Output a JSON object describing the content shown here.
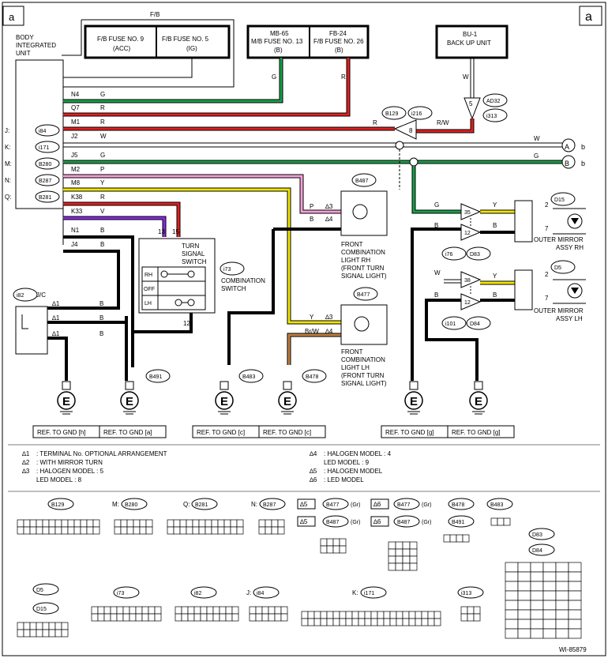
{
  "corners": {
    "left": "a",
    "right": "a"
  },
  "body_unit": {
    "label1": "BODY",
    "label2": "INTEGRATED",
    "label3": "UNIT"
  },
  "fb_label": "F/B",
  "fuse9": {
    "l1": "F/B FUSE NO. 9",
    "l2": "(ACC)"
  },
  "fuse5": {
    "l1": "F/B FUSE NO. 5",
    "l2": "(IG)"
  },
  "mb65": {
    "code": "MB-65",
    "l1": "M/B FUSE NO. 13",
    "l2": "(B)"
  },
  "fb24": {
    "code": "FB-24",
    "l1": "F/B FUSE NO. 26",
    "l2": "(B)"
  },
  "bu1": {
    "code": "BU-1",
    "l1": "BACK UP UNIT"
  },
  "pins": [
    {
      "pin": "N4",
      "color": "G"
    },
    {
      "pin": "Q7",
      "color": "R"
    },
    {
      "pin": "M1",
      "color": "R"
    },
    {
      "pin": "J2",
      "color": "W"
    },
    {
      "pin": "J5",
      "color": "G"
    },
    {
      "pin": "M2",
      "color": "P"
    },
    {
      "pin": "M8",
      "color": "Y"
    },
    {
      "pin": "K38",
      "color": "R"
    },
    {
      "pin": "K33",
      "color": "V"
    },
    {
      "pin": "N1",
      "color": "B"
    },
    {
      "pin": "J4",
      "color": "B"
    }
  ],
  "connectors_left": [
    {
      "prefix": "J:",
      "id": "i84"
    },
    {
      "prefix": "K:",
      "id": "i171"
    },
    {
      "prefix": "M:",
      "id": "B280"
    },
    {
      "prefix": "N:",
      "id": "B287"
    },
    {
      "prefix": "Q:",
      "id": "B281"
    }
  ],
  "wire_labels": {
    "g_vertical": "G",
    "r_vertical": "R",
    "w_vertical": "W",
    "r_m1": "R",
    "rw": "R/W",
    "w_j2": "W",
    "g_j5": "G",
    "num8": "8",
    "num5": "5",
    "num13": "13",
    "num15": "15",
    "num12": "12"
  },
  "badges": {
    "b129": "B129",
    "i216": "i216",
    "ad32": "AD32",
    "i313": "i313",
    "b487": "B487",
    "b477": "B477",
    "i73": "i73",
    "i82": "i82",
    "b491": "B491",
    "b483": "B483",
    "b478": "B478",
    "d15": "D15",
    "d5": "D5",
    "i76": "i76",
    "d83": "D83",
    "i101": "i101",
    "d84": "D84"
  },
  "ends": {
    "a": "A",
    "b": "B",
    "a_suffix": "b",
    "b_suffix": "b"
  },
  "turn_switch": {
    "l1": "TURN",
    "l2": "SIGNAL",
    "l3": "SWITCH",
    "rh": "RH",
    "off": "OFF",
    "lh": "LH"
  },
  "comb_switch": {
    "l1": "COMBINATION",
    "l2": "SWITCH"
  },
  "front_rh": {
    "l1": "FRONT",
    "l2": "COMBINATION",
    "l3": "LIGHT RH",
    "l4": "(FRONT TURN",
    "l5": "SIGNAL LIGHT)",
    "p": "P",
    "b": "B",
    "s3": "∆3",
    "s4": "∆4"
  },
  "front_lh": {
    "l1": "FRONT",
    "l2": "COMBINATION",
    "l3": "LIGHT LH",
    "l4": "(FRONT TURN",
    "l5": "SIGNAL LIGHT)",
    "y": "Y",
    "brw": "Br/W",
    "s3": "∆3",
    "s4": "∆4"
  },
  "mirror_rh": {
    "l1": "OUTER MIRROR",
    "l2": "ASSY RH",
    "p2": "2",
    "p7": "7",
    "n35": "35",
    "n12": "12",
    "g": "G",
    "b": "B",
    "y": "Y",
    "bb": "B"
  },
  "mirror_lh": {
    "l1": "OUTER MIRROR",
    "l2": "ASSY LH",
    "p2": "2",
    "p7": "7",
    "n38": "38",
    "n12": "12",
    "w": "W",
    "b": "B",
    "y": "Y",
    "bb": "B"
  },
  "jc": {
    "label": "J/C",
    "s1": "∆1"
  },
  "gnd_refs": [
    "REF. TO GND [h]",
    "REF. TO GND [a]",
    "REF. TO GND [c]",
    "REF. TO GND [c]",
    "REF. TO GND [g]",
    "REF. TO GND [g]"
  ],
  "notes_left": [
    {
      "mark": "∆1",
      "text": ": TERMINAL No. OPTIONAL ARRANGEMENT"
    },
    {
      "mark": "∆2",
      "text": ": WITH MIRROR TURN"
    },
    {
      "mark": "∆3",
      "text": ": HALOGEN MODEL  : 5"
    },
    {
      "mark": "",
      "text": "LED MODEL  : 8"
    }
  ],
  "notes_right": [
    {
      "mark": "∆4",
      "text": ": HALOGEN MODEL  : 4"
    },
    {
      "mark": "",
      "text": "LED MODEL  : 9"
    },
    {
      "mark": "∆5",
      "text": ": HALOGEN MODEL"
    },
    {
      "mark": "∆6",
      "text": ": LED MODEL"
    }
  ],
  "conn_legend": {
    "b129": "B129",
    "m": "M:",
    "b280": "B280",
    "q": "Q:",
    "b281": "B281",
    "n": "N:",
    "b287": "B287",
    "s5": "∆5",
    "s6": "∆6",
    "b477": "B477",
    "b487": "B487",
    "gr": "(Gr)",
    "b478": "B478",
    "b483": "B483",
    "b491": "B491",
    "d83": "D83",
    "d84": "D84",
    "d5": "D5",
    "d15": "D15",
    "i73": "i73",
    "i82": "i82",
    "j": "J:",
    "i84": "i84",
    "k": "K:",
    "i171": "i171",
    "i313": "i313"
  },
  "footer_code": "WI-85879"
}
